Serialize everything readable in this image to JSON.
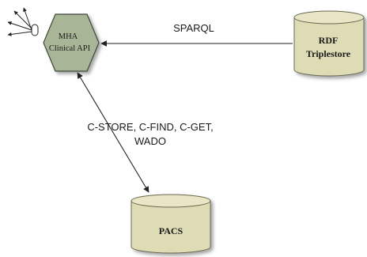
{
  "diagram": {
    "nodes": {
      "mha": {
        "line1": "MHA",
        "line2": "Clinical API"
      },
      "rdf": {
        "line1": "RDF",
        "line2": "Triplestore"
      },
      "pacs": {
        "label": "PACS"
      }
    },
    "edges": {
      "sparql": {
        "label": "SPARQL"
      },
      "dicom": {
        "line1": "C-STORE, C-FIND, C-GET,",
        "line2": "WADO"
      }
    },
    "colors": {
      "hexagon_fill": "#a8b596",
      "hexagon_stroke": "#3f4a3a",
      "cylinder_fill": "#dedcb5",
      "cylinder_top": "#e8e6c4",
      "cylinder_stroke": "#6b6a52",
      "edge": "#222222"
    }
  }
}
